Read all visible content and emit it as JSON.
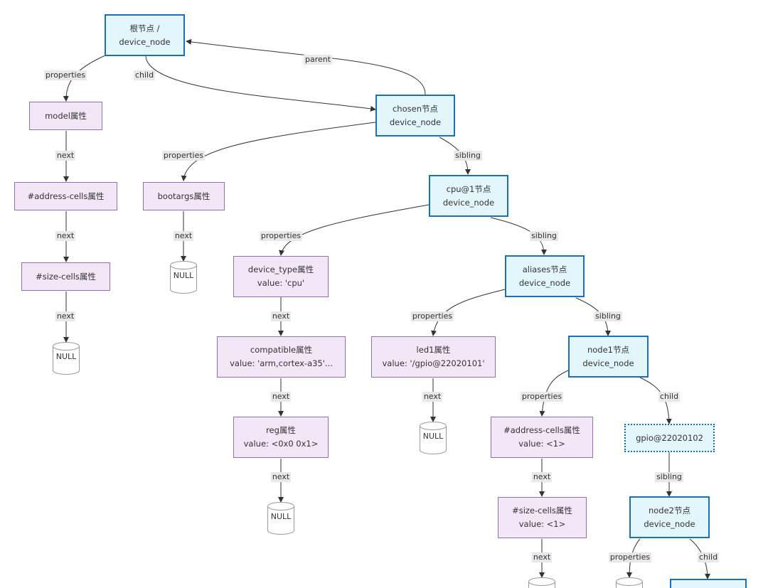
{
  "nodes": {
    "root": {
      "line1": "根节点 /",
      "line2": "device_node"
    },
    "model": {
      "line1": "model属性"
    },
    "root_address_cells": {
      "line1": "#address-cells属性"
    },
    "root_size_cells": {
      "line1": "#size-cells属性"
    },
    "chosen": {
      "line1": "chosen节点",
      "line2": "device_node"
    },
    "bootargs": {
      "line1": "bootargs属性"
    },
    "cpu": {
      "line1": "cpu@1节点",
      "line2": "device_node"
    },
    "device_type": {
      "line1": "device_type属性",
      "line2": "value: 'cpu'"
    },
    "compatible": {
      "line1": "compatible属性",
      "line2": "value: 'arm,cortex-a35'..."
    },
    "reg": {
      "line1": "reg属性",
      "line2": "value: <0x0 0x1>"
    },
    "aliases": {
      "line1": "aliases节点",
      "line2": "device_node"
    },
    "led1": {
      "line1": "led1属性",
      "line2": "value: '/gpio@22020101'"
    },
    "node1": {
      "line1": "node1节点",
      "line2": "device_node"
    },
    "node1_address_cells": {
      "line1": "#address-cells属性",
      "line2": "value: <1>"
    },
    "node1_size_cells": {
      "line1": "#size-cells属性",
      "line2": "value: <1>"
    },
    "gpio": {
      "line1": "gpio@22020102"
    },
    "node2": {
      "line1": "node2节点",
      "line2": "device_node"
    }
  },
  "null_label": "NULL",
  "edge_labels": {
    "properties": "properties",
    "child": "child",
    "parent": "parent",
    "next": "next",
    "sibling": "sibling"
  },
  "colors": {
    "device_node_fill": "#e3f6fc",
    "device_node_border": "#1e6fb0",
    "property_fill": "#f3e6f7",
    "property_border": "#9370a8",
    "edge": "#333333",
    "label_bg": "#e8e8e8"
  }
}
